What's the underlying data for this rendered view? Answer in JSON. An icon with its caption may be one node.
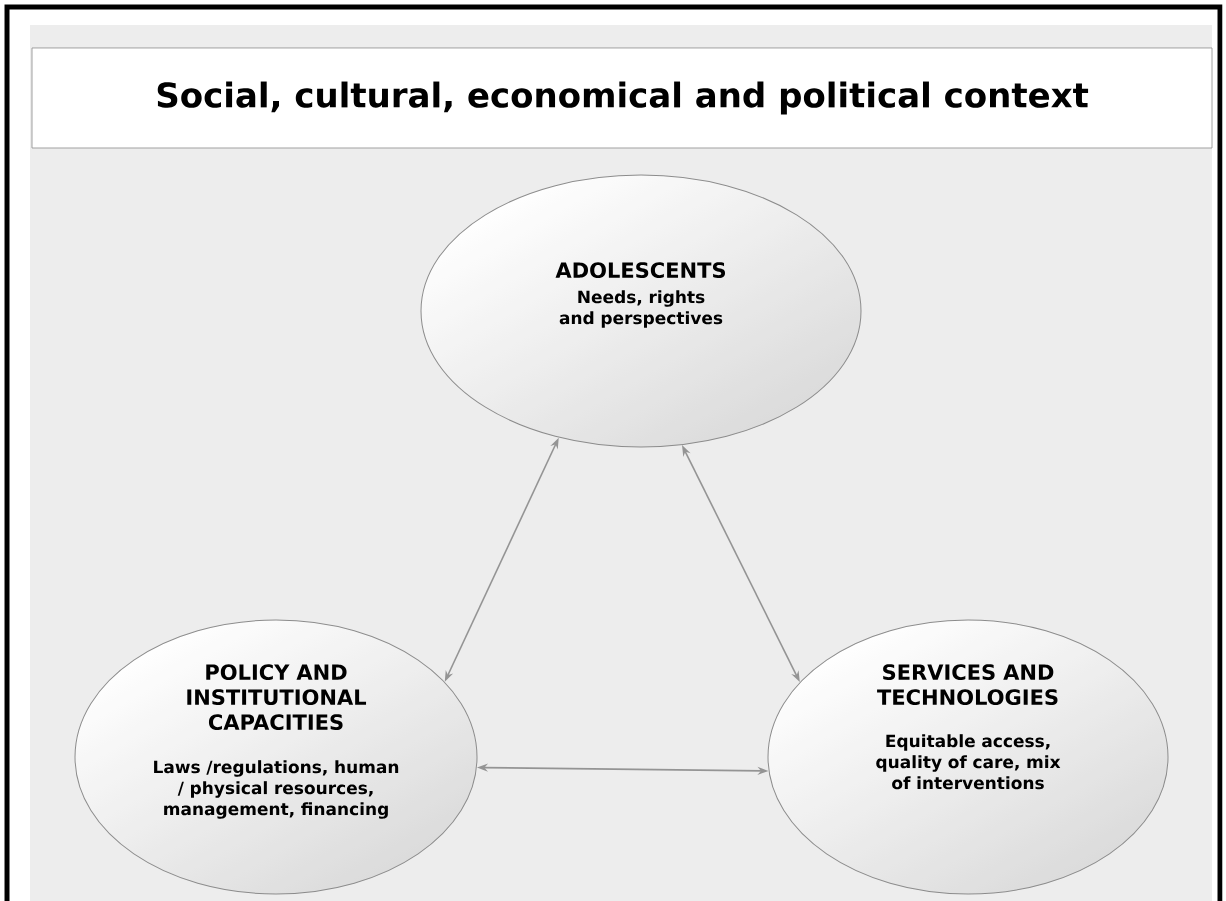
{
  "diagram": {
    "title": "Social, cultural, economical and political context",
    "nodes": [
      {
        "text": [
          "ADOLESCENTS",
          "Needs, rights and perspectives"
        ]
      },
      {
        "text": [
          "POLICY AND INSTITUTIONAL CAPACITIES",
          "Laws /regulations, human / physical resources, management, financing"
        ]
      },
      {
        "text": [
          "SERVICES AND TECHNOLOGIES",
          "Equitable access, quality of care, mix of interventions"
        ]
      }
    ],
    "edges": [
      {
        "from": 0,
        "to": 1,
        "arrow": "both"
      },
      {
        "from": 0,
        "to": 2,
        "arrow": "both"
      },
      {
        "from": 1,
        "to": 2,
        "arrow": "both"
      }
    ]
  }
}
